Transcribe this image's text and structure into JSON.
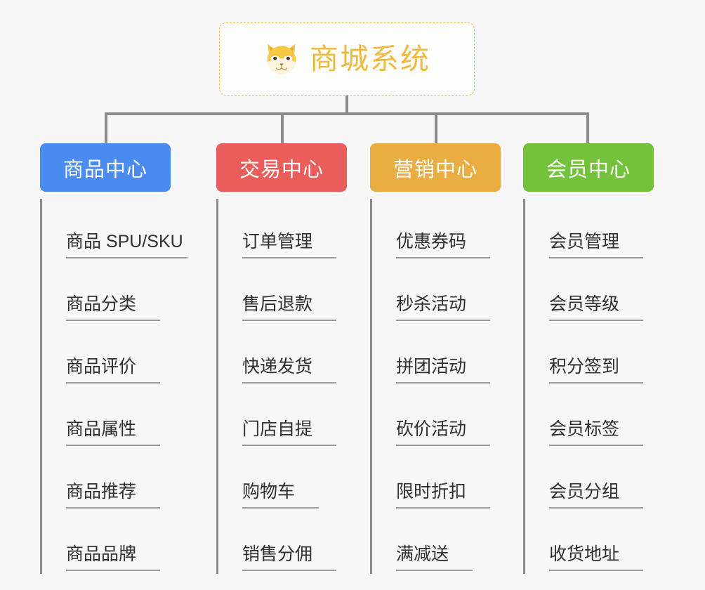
{
  "root": {
    "title": "商城系统",
    "icon": "shiba-dog-face-emoji",
    "accent_color": "#f0b93f",
    "border_color": "#e8b84b",
    "background": "#fdfdfc"
  },
  "canvas": {
    "background": "#f7f7f7",
    "connector_color": "#8c8c8c"
  },
  "branches": [
    {
      "label": "商品中心",
      "color": "#4a8bf0",
      "leaves": [
        "商品 SPU/SKU",
        "商品分类",
        "商品评价",
        "商品属性",
        "商品推荐",
        "商品品牌"
      ]
    },
    {
      "label": "交易中心",
      "color": "#e95d5a",
      "leaves": [
        "订单管理",
        "售后退款",
        "快递发货",
        "门店自提",
        "购物车",
        "销售分佣"
      ]
    },
    {
      "label": "营销中心",
      "color": "#e9ad42",
      "leaves": [
        "优惠券码",
        "秒杀活动",
        "拼团活动",
        "砍价活动",
        "限时折扣",
        "满减送"
      ]
    },
    {
      "label": "会员中心",
      "color": "#74c13c",
      "leaves": [
        "会员管理",
        "会员等级",
        "积分签到",
        "会员标签",
        "会员分组",
        "收货地址"
      ]
    }
  ]
}
